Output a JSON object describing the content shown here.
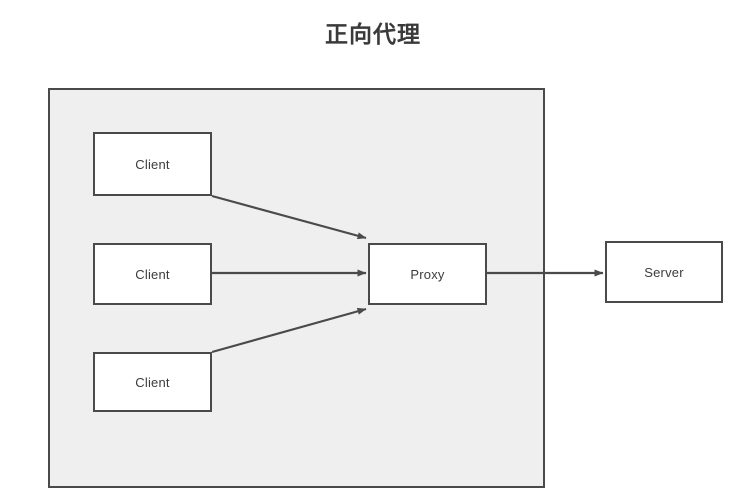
{
  "diagram": {
    "title": "正向代理",
    "type": "forward-proxy-network-diagram",
    "background_color": "#ffffff",
    "stroke_color": "#4a4a4a",
    "zone": {
      "label": "",
      "fill_color": "#efefef",
      "description": "internal network boundary containing clients and proxy"
    },
    "nodes": [
      {
        "id": "client-1",
        "label": "Client"
      },
      {
        "id": "client-2",
        "label": "Client"
      },
      {
        "id": "client-3",
        "label": "Client"
      },
      {
        "id": "proxy",
        "label": "Proxy"
      },
      {
        "id": "server",
        "label": "Server"
      }
    ],
    "edges": [
      {
        "from": "client-1",
        "to": "proxy",
        "label": ""
      },
      {
        "from": "client-2",
        "to": "proxy",
        "label": ""
      },
      {
        "from": "client-3",
        "to": "proxy",
        "label": ""
      },
      {
        "from": "proxy",
        "to": "server",
        "label": ""
      }
    ]
  }
}
